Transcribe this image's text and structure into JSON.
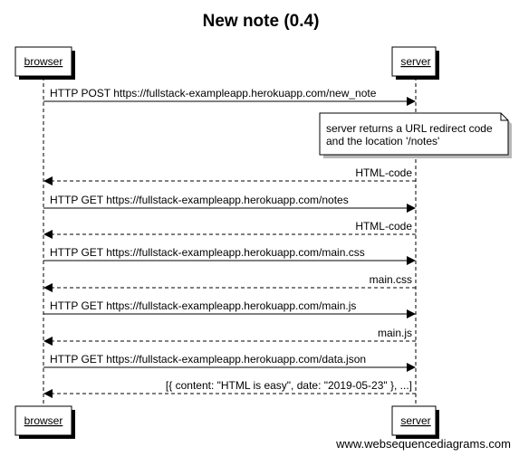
{
  "title": "New note (0.4)",
  "participants": {
    "browser": "browser",
    "server": "server"
  },
  "messages": [
    {
      "text": "HTTP POST https://fullstack-exampleapp.herokuapp.com/new_note",
      "from": "browser",
      "to": "server",
      "kind": "request"
    },
    {
      "text": "HTML-code",
      "from": "server",
      "to": "browser",
      "kind": "return"
    },
    {
      "text": "HTTP GET https://fullstack-exampleapp.herokuapp.com/notes",
      "from": "browser",
      "to": "server",
      "kind": "request"
    },
    {
      "text": "HTML-code",
      "from": "server",
      "to": "browser",
      "kind": "return"
    },
    {
      "text": "HTTP GET https://fullstack-exampleapp.herokuapp.com/main.css",
      "from": "browser",
      "to": "server",
      "kind": "request"
    },
    {
      "text": "main.css",
      "from": "server",
      "to": "browser",
      "kind": "return"
    },
    {
      "text": "HTTP GET https://fullstack-exampleapp.herokuapp.com/main.js",
      "from": "browser",
      "to": "server",
      "kind": "request"
    },
    {
      "text": "main.js",
      "from": "server",
      "to": "browser",
      "kind": "return"
    },
    {
      "text": "HTTP GET https://fullstack-exampleapp.herokuapp.com/data.json",
      "from": "browser",
      "to": "server",
      "kind": "request"
    },
    {
      "text": "[{ content: \"HTML is easy\", date: \"2019-05-23\" }, ...]",
      "from": "server",
      "to": "browser",
      "kind": "return"
    }
  ],
  "note": {
    "line1": "server returns a URL redirect code",
    "line2": "and the location '/notes'"
  },
  "watermark": "www.websequencediagrams.com"
}
